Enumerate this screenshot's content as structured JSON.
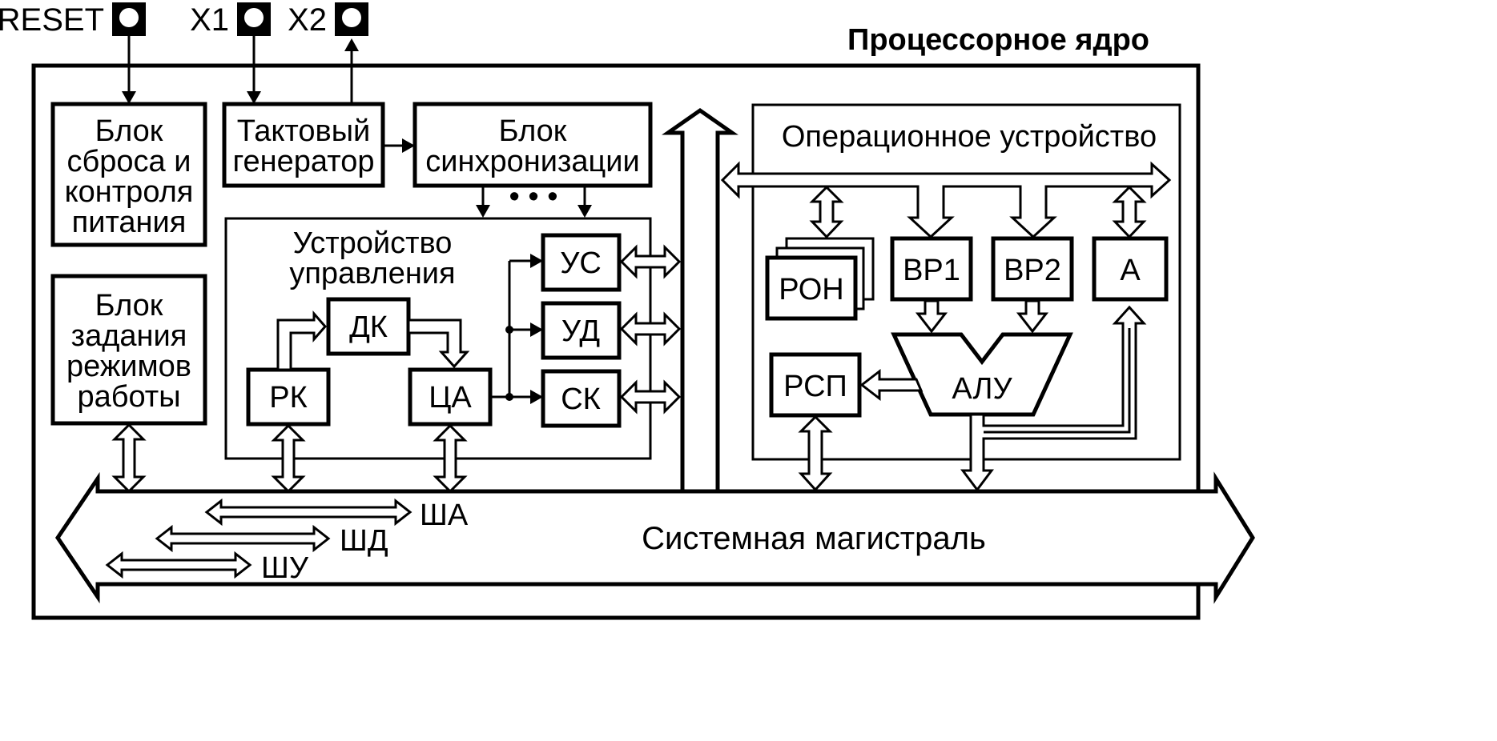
{
  "title": "Процессорное ядро",
  "pins": {
    "reset": "RESET",
    "x1": "X1",
    "x2": "X2"
  },
  "blocks": {
    "reset": [
      "Блок",
      "сброса и",
      "контроля",
      "питания"
    ],
    "clock": [
      "Тактовый",
      "генератор"
    ],
    "sync": [
      "Блок",
      "синхронизации"
    ],
    "sync_dots": "• • •",
    "modes": [
      "Блок",
      "задания",
      "режимов",
      "работы"
    ],
    "control_unit": [
      "Устройство",
      "управления"
    ],
    "dk": "ДК",
    "rk": "РК",
    "ca": "ЦА",
    "us": "УС",
    "ud": "УД",
    "sk": "СК",
    "exec_unit": "Операционное устройство",
    "ron": "РОН",
    "br1": "ВР1",
    "br2": "ВР2",
    "acc": "А",
    "rsp": "РСП",
    "alu": "АЛУ"
  },
  "bus": {
    "label": "Системная магистраль",
    "address": "ША",
    "data": "ШД",
    "control": "ШУ"
  }
}
